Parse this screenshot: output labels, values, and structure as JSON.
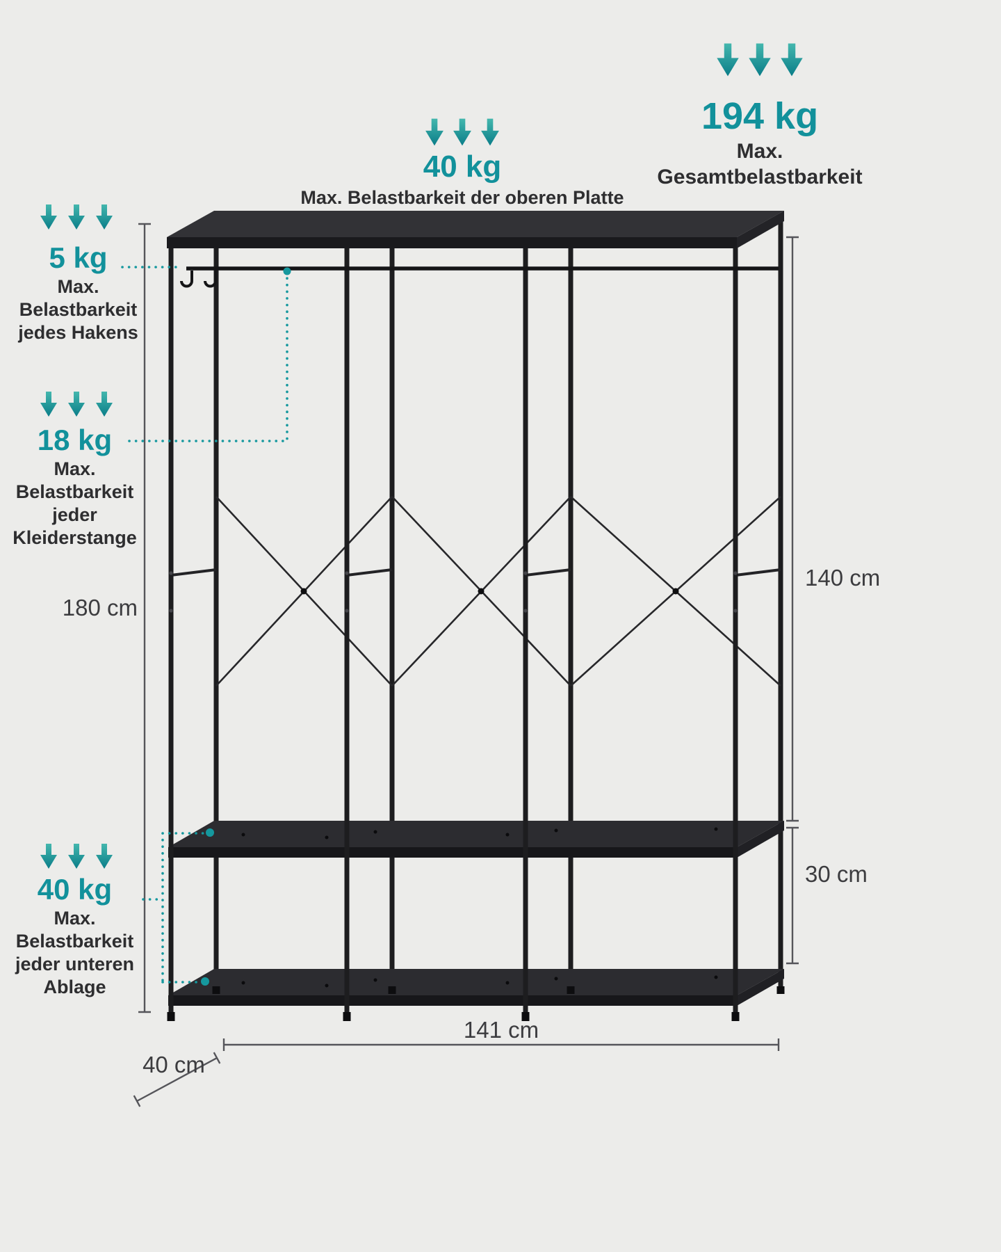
{
  "colors": {
    "background": "#ececea",
    "accent_teal": "#12919b",
    "label_dark": "#2e2e30",
    "dimension_text": "#3c3c3f",
    "rack_metal": "#1d1d1f"
  },
  "icons": {
    "down_arrows": "down-arrows-icon"
  },
  "annotations": {
    "total_load": {
      "value": "194 kg",
      "label": "Max.\nGesamtbelastbarkeit"
    },
    "top_plate": {
      "value": "40 kg",
      "label": "Max. Belastbarkeit der oberen Platte"
    },
    "hooks": {
      "value": "5 kg",
      "label": "Max.\nBelastbarkeit\njedes Hakens"
    },
    "clothes_rail": {
      "value": "18 kg",
      "label": "Max.\nBelastbarkeit\njeder\nKleiderstange"
    },
    "bottom_shelf": {
      "value": "40 kg",
      "label": "Max.\nBelastbarkeit\njeder unteren\nAblage"
    }
  },
  "dimensions": {
    "total_height": "180 cm",
    "side_height": "140 cm",
    "shelf_spacing": "30 cm",
    "width": "141 cm",
    "depth": "40 cm"
  }
}
